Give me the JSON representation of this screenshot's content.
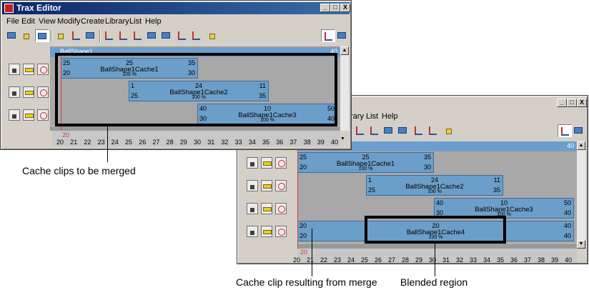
{
  "window": {
    "title": "Trax Editor",
    "min_label": "_",
    "max_label": "□",
    "close_label": "X"
  },
  "menu": [
    "File",
    "Edit",
    "View",
    "Modify",
    "Create",
    "Library",
    "List",
    "Help"
  ],
  "menu_back": [
    "brary",
    "List",
    "Help"
  ],
  "character": {
    "name": "BallShape1",
    "end_frame": "40"
  },
  "front": {
    "clips": [
      {
        "name": "BallShape1Cache1",
        "tl": "25",
        "tc": "25",
        "tr": "35",
        "bl": "20",
        "br": "30",
        "pct": "100 %"
      },
      {
        "name": "BallShape1Cache2",
        "tl": "1",
        "tc": "24",
        "tr": "11",
        "bl": "25",
        "br": "35",
        "pct": "100 %"
      },
      {
        "name": "BallShape1Cache3",
        "tl": "40",
        "tc": "10",
        "tr": "50",
        "bl": "30",
        "br": "40",
        "pct": "100 %"
      }
    ],
    "ruler_marker": "20",
    "ruler": [
      "20",
      "21",
      "22",
      "23",
      "24",
      "25",
      "26",
      "27",
      "28",
      "29",
      "30",
      "31",
      "32",
      "33",
      "34",
      "35",
      "36",
      "37",
      "38",
      "39",
      "40"
    ]
  },
  "back": {
    "clips": [
      {
        "name": "BallShape1Cache1",
        "tl": "25",
        "tc": "25",
        "tr": "35",
        "bl": "20",
        "br": "30",
        "pct": "100 %"
      },
      {
        "name": "BallShape1Cache2",
        "tl": "1",
        "tc": "24",
        "tr": "11",
        "bl": "25",
        "br": "35",
        "pct": "100 %"
      },
      {
        "name": "BallShape1Cache3",
        "tl": "40",
        "tc": "10",
        "tr": "50",
        "bl": "30",
        "br": "40",
        "pct": "100 %"
      },
      {
        "name": "BallShape1Cache4",
        "tl": "20",
        "tc": "20",
        "tr": "40",
        "bl": "20",
        "br": "40",
        "pct": "100 %"
      }
    ],
    "ruler_marker": "20",
    "ruler": [
      "20",
      "21",
      "22",
      "23",
      "24",
      "25",
      "26",
      "27",
      "28",
      "29",
      "30",
      "31",
      "32",
      "33",
      "34",
      "35",
      "36",
      "37",
      "38",
      "39",
      "40"
    ]
  },
  "callouts": {
    "merge": "Cache clips to be merged",
    "result": "Cache clip resulting from merge",
    "blend": "Blended region"
  }
}
